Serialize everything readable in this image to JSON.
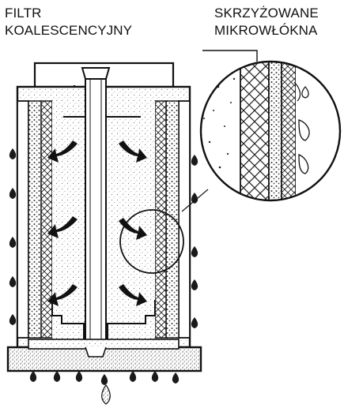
{
  "labels": {
    "filter": {
      "line1": "FILTR",
      "line2": "KOALESCENCYJNY"
    },
    "fibers": {
      "line1": "SKRZYŻOWANE",
      "line2": "MIKROWŁÓKNA"
    }
  },
  "colors": {
    "ink": "#111111",
    "paper": "#ffffff",
    "stipple": "#8a8a8a",
    "mesh": "#3a3a3a"
  },
  "icons": {
    "flow_arrow": "curved-arrow-icon",
    "droplet": "droplet-icon"
  }
}
